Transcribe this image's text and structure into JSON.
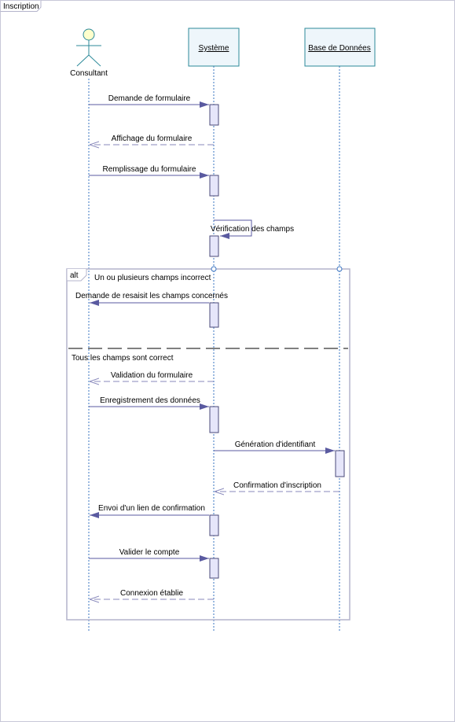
{
  "diagram": {
    "title": "Inscription",
    "actors": [
      {
        "id": "consultant",
        "label": "Consultant",
        "kind": "actor"
      },
      {
        "id": "systeme",
        "label": "Système",
        "kind": "object"
      },
      {
        "id": "bdd",
        "label": "Base de Données",
        "kind": "object"
      }
    ],
    "fragment": {
      "operator": "alt",
      "guard1": "Un ou plusieurs champs incorrect",
      "guard2": "Tous les champs sont correct"
    },
    "messages": [
      {
        "label": "Demande de formulaire",
        "from": "consultant",
        "to": "systeme",
        "type": "sync"
      },
      {
        "label": "Affichage du formulaire",
        "from": "systeme",
        "to": "consultant",
        "type": "return"
      },
      {
        "label": "Remplissage du formulaire",
        "from": "consultant",
        "to": "systeme",
        "type": "sync"
      },
      {
        "label": "Vérification des champs",
        "from": "systeme",
        "to": "systeme",
        "type": "self"
      },
      {
        "label": "Demande de resaisit les champs concernés",
        "from": "systeme",
        "to": "consultant",
        "type": "sync"
      },
      {
        "label": "Validation du formulaire",
        "from": "systeme",
        "to": "consultant",
        "type": "return"
      },
      {
        "label": "Enregistrement des données",
        "from": "consultant",
        "to": "systeme",
        "type": "sync"
      },
      {
        "label": "Génération d'identifiant",
        "from": "systeme",
        "to": "bdd",
        "type": "sync"
      },
      {
        "label": "Confirmation d'inscription",
        "from": "bdd",
        "to": "systeme",
        "type": "return"
      },
      {
        "label": "Envoi d'un lien de confirmation",
        "from": "systeme",
        "to": "consultant",
        "type": "sync"
      },
      {
        "label": "Valider le compte",
        "from": "consultant",
        "to": "systeme",
        "type": "sync"
      },
      {
        "label": "Connexion établie",
        "from": "systeme",
        "to": "consultant",
        "type": "return"
      }
    ]
  },
  "colors": {
    "lifeline": "#3a74c2",
    "box_stroke": "#2c8a9a",
    "box_fill": "#eef6fb",
    "activation_fill": "#e6e6fa",
    "activation_stroke": "#4a4a7a",
    "message_line": "#5a5aa0",
    "return_line": "#8888bb",
    "fragment_stroke": "#b4b4cc",
    "actor_head": "#ffffcc",
    "actor_stroke": "#2c8a9a"
  }
}
